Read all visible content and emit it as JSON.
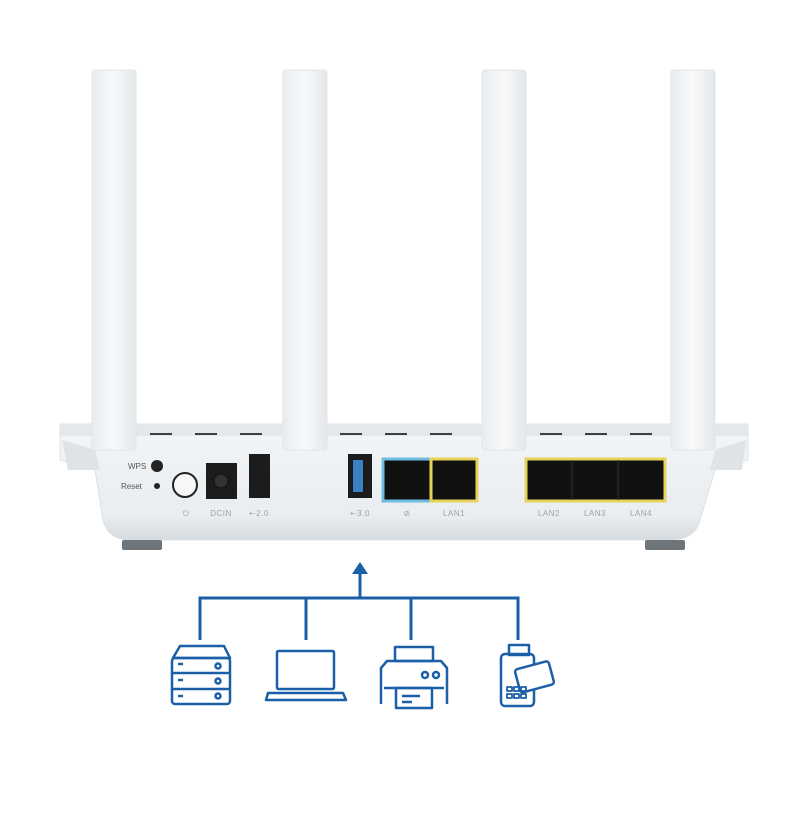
{
  "router": {
    "labels": {
      "wps": "WPS",
      "reset": "Reset",
      "power": "⏻",
      "dcin": "DCIN",
      "usb2": "⇠2.0",
      "usb3": "⇠3.0",
      "wan": "⊘",
      "lan1": "LAN1",
      "lan2": "LAN2",
      "lan3": "LAN3",
      "lan4": "LAN4"
    }
  },
  "diagram": {
    "line_color": "#1a5fa8",
    "devices": [
      "server-icon",
      "laptop-icon",
      "printer-icon",
      "pos-terminal-icon"
    ]
  }
}
